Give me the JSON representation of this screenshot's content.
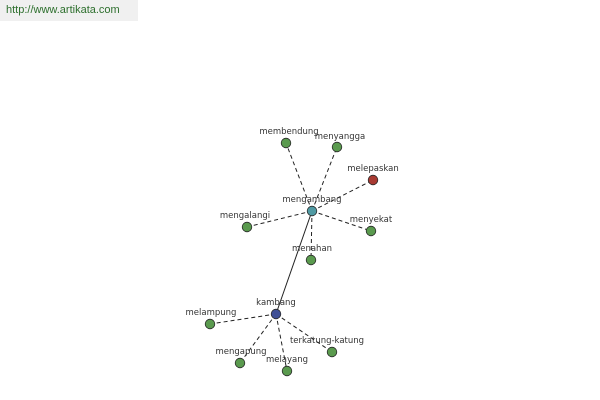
{
  "watermark": {
    "url": "http://www.artikata.com"
  },
  "colors": {
    "leaf": "#5a9a4e",
    "hub_primary": "#4f9aa3",
    "hub_secondary": "#3f4f96",
    "accent": "#a83a32"
  },
  "nodes": [
    {
      "id": "mengambang",
      "label": "mengambang",
      "role": "hub_primary"
    },
    {
      "id": "kambang",
      "label": "kambang",
      "role": "hub_secondary"
    },
    {
      "id": "membendung",
      "label": "membendung",
      "role": "leaf"
    },
    {
      "id": "menyangga",
      "label": "menyangga",
      "role": "leaf"
    },
    {
      "id": "melepaskan",
      "label": "melepaskan",
      "role": "accent"
    },
    {
      "id": "mengalangi",
      "label": "mengalangi",
      "role": "leaf"
    },
    {
      "id": "menyekat",
      "label": "menyekat",
      "role": "leaf"
    },
    {
      "id": "menahan",
      "label": "menahan",
      "role": "leaf"
    },
    {
      "id": "melampung",
      "label": "melampung",
      "role": "leaf"
    },
    {
      "id": "mengapung",
      "label": "mengapung",
      "role": "leaf"
    },
    {
      "id": "melayang",
      "label": "melayang",
      "role": "leaf"
    },
    {
      "id": "terkatung-katung",
      "label": "terkatung-katung",
      "role": "leaf"
    }
  ],
  "edges": [
    {
      "from": "mengambang",
      "to": "kambang",
      "style": "solid"
    },
    {
      "from": "mengambang",
      "to": "membendung",
      "style": "dashed"
    },
    {
      "from": "mengambang",
      "to": "menyangga",
      "style": "dashed"
    },
    {
      "from": "mengambang",
      "to": "melepaskan",
      "style": "dashed"
    },
    {
      "from": "mengambang",
      "to": "mengalangi",
      "style": "dashed"
    },
    {
      "from": "mengambang",
      "to": "menyekat",
      "style": "dashed"
    },
    {
      "from": "mengambang",
      "to": "menahan",
      "style": "dashed"
    },
    {
      "from": "kambang",
      "to": "melampung",
      "style": "dashed"
    },
    {
      "from": "kambang",
      "to": "mengapung",
      "style": "dashed"
    },
    {
      "from": "kambang",
      "to": "melayang",
      "style": "dashed"
    },
    {
      "from": "kambang",
      "to": "terkatung-katung",
      "style": "dashed"
    }
  ]
}
